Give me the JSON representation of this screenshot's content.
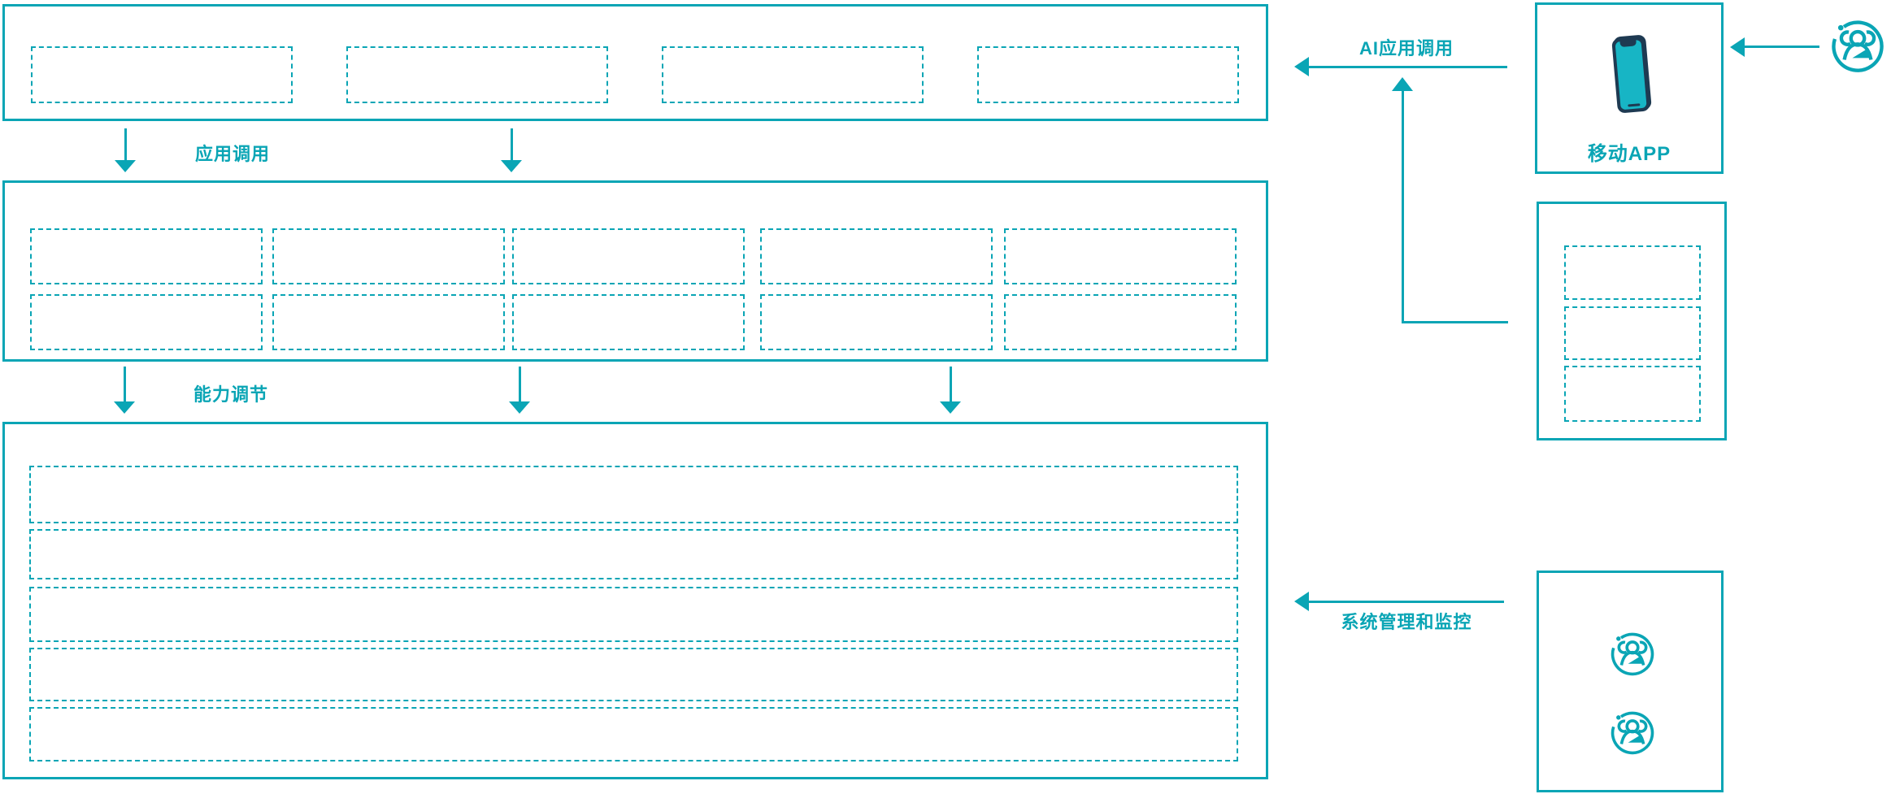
{
  "diagram": {
    "labels": {
      "app_call": "应用调用",
      "capability_adjust": "能力调节",
      "ai_app_call": "AI应用调用",
      "mobile_app": "移动APP",
      "system_mgmt": "系统管理和监控"
    },
    "colors": {
      "teal": "#0AA5B5",
      "phone_screen": "#17B5C5",
      "phone_frame": "#1E3A52"
    },
    "structure": {
      "top_layer_placeholders": 4,
      "middle_layer_placeholder_rows": 2,
      "middle_layer_placeholder_cols": 5,
      "bottom_layer_placeholder_rows": 5,
      "right_panel_placeholders": 3,
      "admin_panel_user_icons": 2
    },
    "icons": {
      "phone": "mobile-phone-icon",
      "users": "users-group-icon"
    }
  }
}
